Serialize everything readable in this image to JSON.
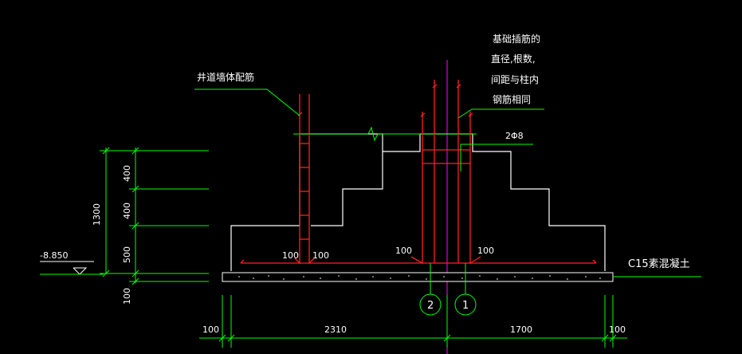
{
  "annotations": {
    "shaft_wall_rebar": "井道墙体配筋",
    "dowel_note_line1": "基础插筋的",
    "dowel_note_line2": "直径,根数,",
    "dowel_note_line3": "间距与柱内",
    "dowel_note_line4": "钢筋相同",
    "stirrup_label": "2Φ8",
    "c15_label": "C15素混凝土",
    "elevation": "-8.850"
  },
  "vertical_dims": {
    "total": "1300",
    "step_top": "400",
    "step_mid": "400",
    "step_bottom": "500",
    "cushion": "100"
  },
  "horizontal_dims": {
    "left_cushion": "100",
    "left_span": "2310",
    "right_span": "1700",
    "right_cushion": "100"
  },
  "cover_labels": {
    "a": "100",
    "b": "100",
    "c": "100",
    "d": "100"
  },
  "grid_axes": {
    "axis_2": "2",
    "axis_1": "1"
  },
  "colors": {
    "background": "#000000",
    "concrete_outline": "#ffffff",
    "rebar": "#ff2020",
    "dimension": "#00ff00",
    "centerline": "#ff00ff",
    "text": "#ffffff"
  }
}
